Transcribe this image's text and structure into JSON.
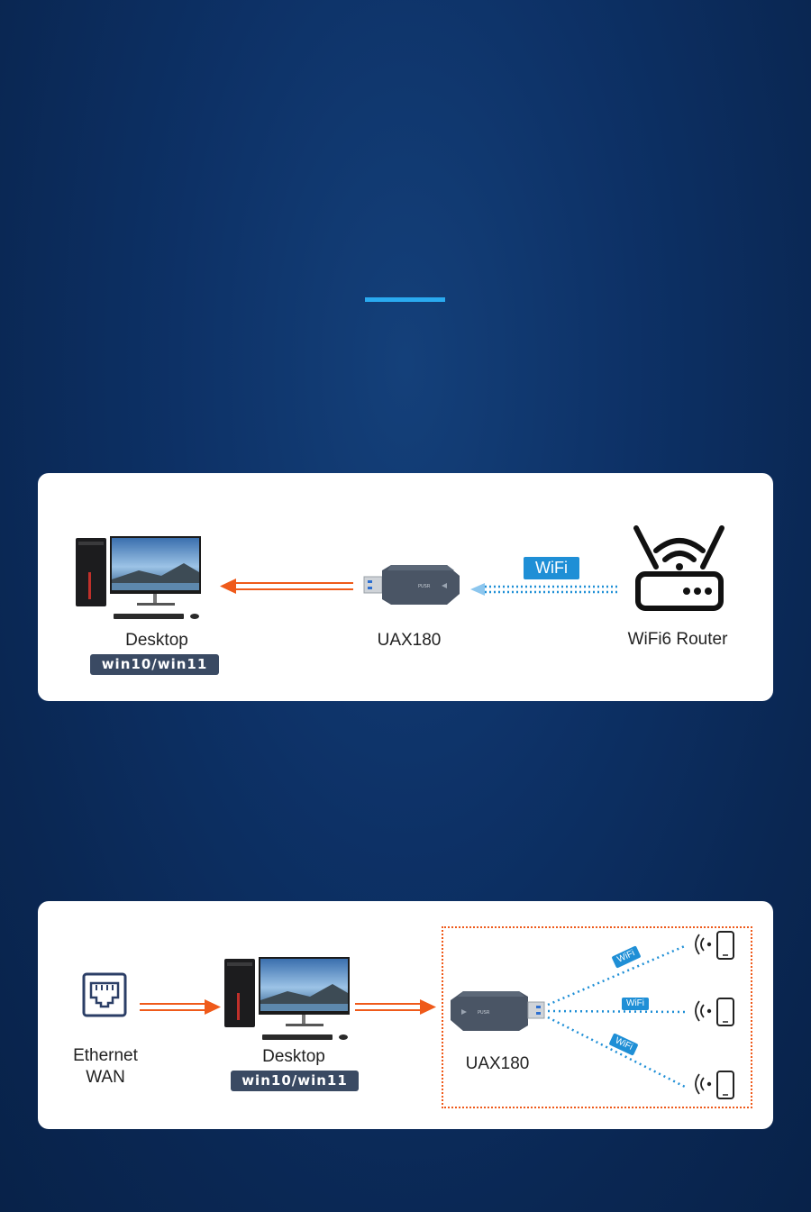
{
  "diagram1": {
    "desktop_label": "Desktop",
    "os_badge": "win10/win11",
    "adapter_label": "UAX180",
    "wifi_tag": "WiFi",
    "router_label": "WiFi6 Router"
  },
  "diagram2": {
    "ethernet_label_line1": "Ethernet",
    "ethernet_label_line2": "WAN",
    "desktop_label": "Desktop",
    "os_badge": "win10/win11",
    "adapter_label": "UAX180",
    "wifi_tags": [
      "WiFi",
      "WiFi",
      "WiFi"
    ]
  },
  "colors": {
    "background": "#0d3166",
    "accent": "#2aaaf0",
    "arrow_orange": "#ef5a1a",
    "wifi_blue": "#1f8fd6",
    "badge": "#3a4a63"
  }
}
